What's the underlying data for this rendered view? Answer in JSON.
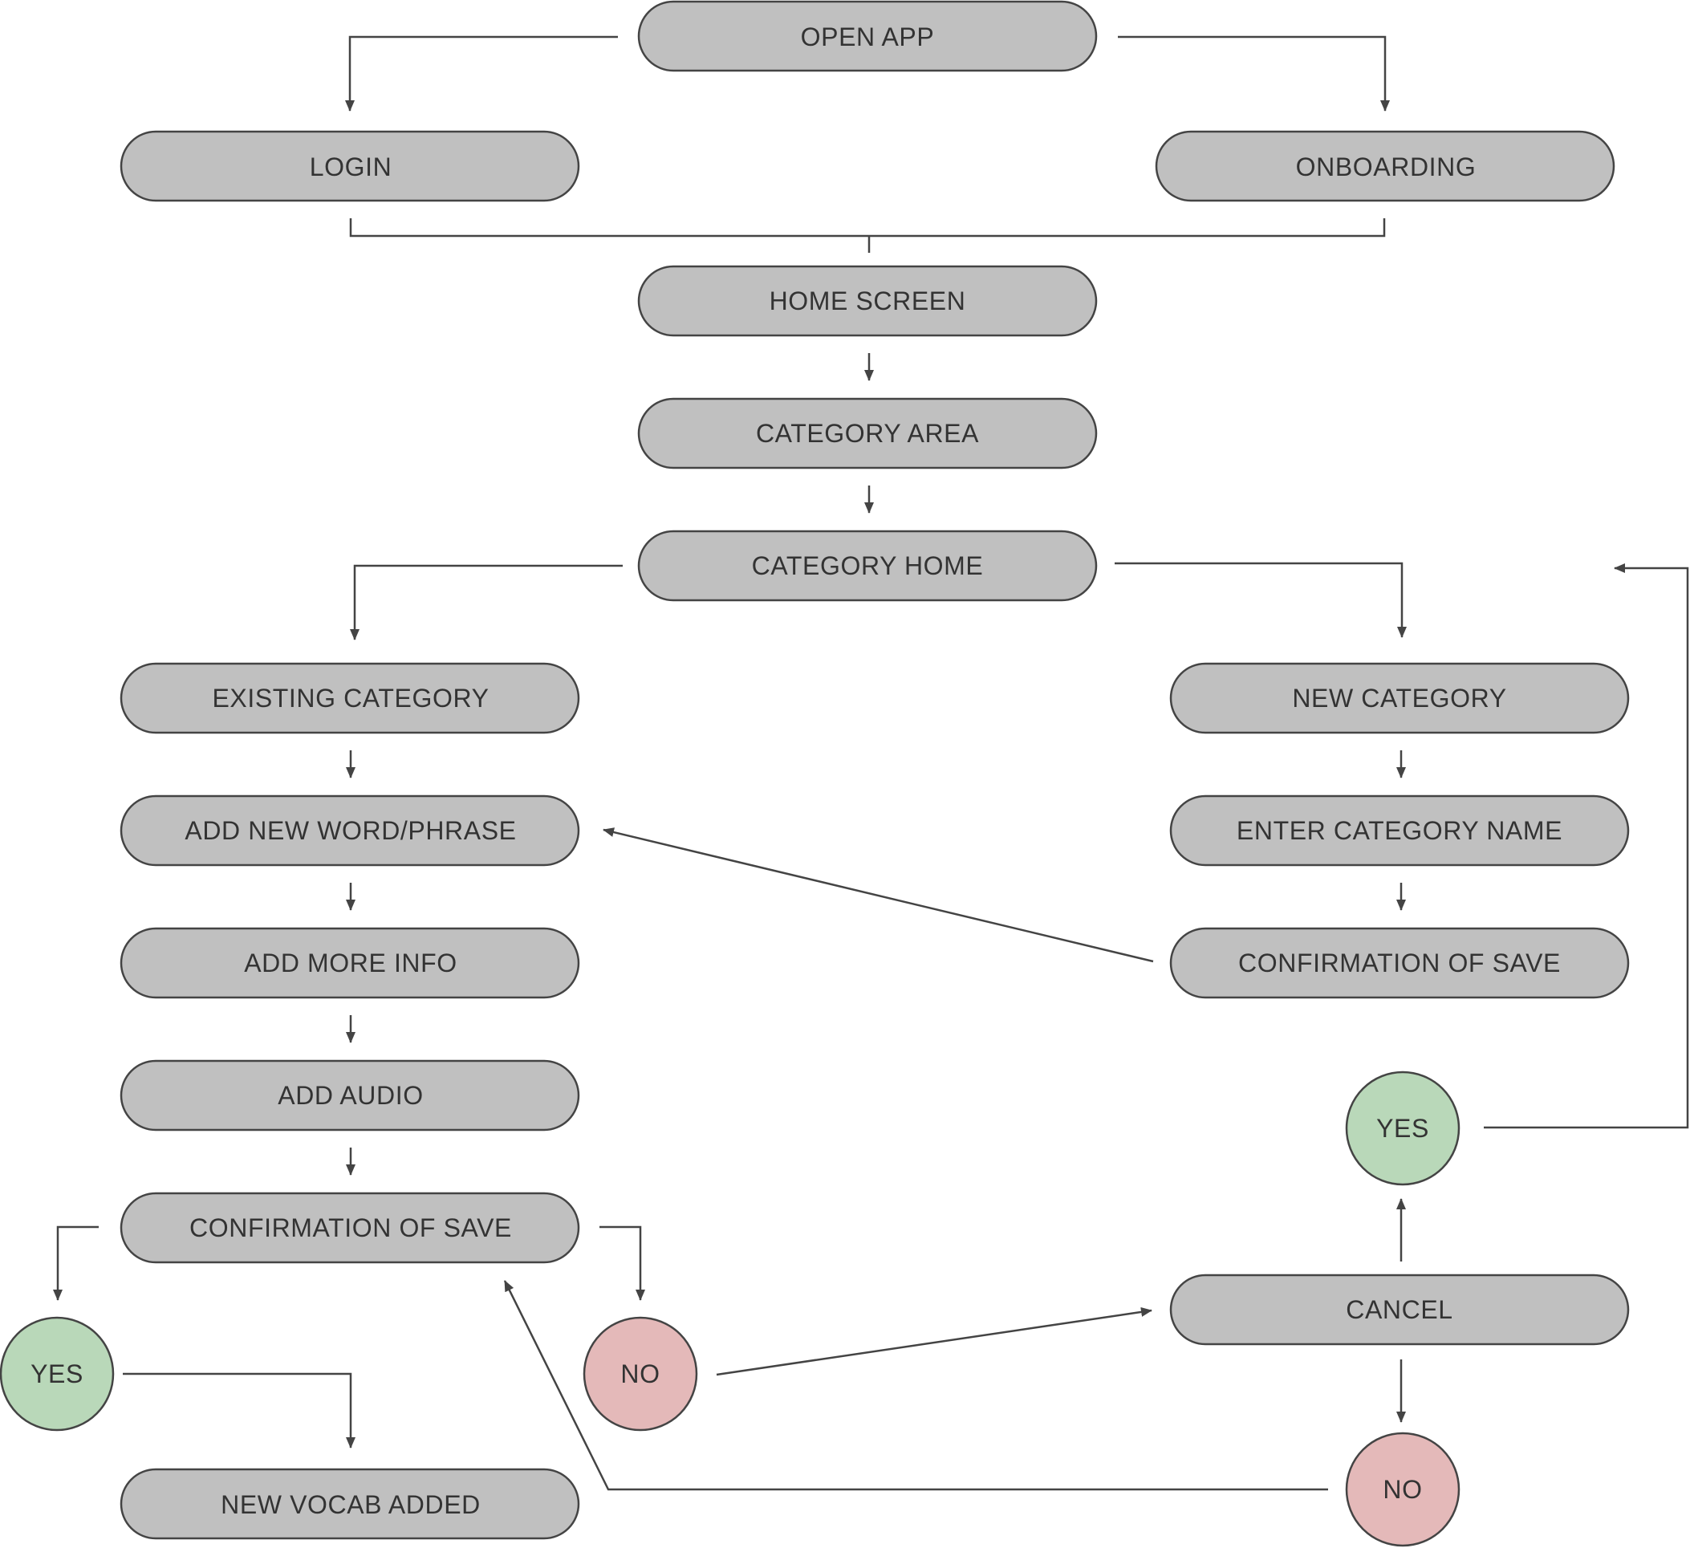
{
  "nodes": {
    "open_app": "OPEN APP",
    "login": "LOGIN",
    "onboarding": "ONBOARDING",
    "home_screen": "HOME SCREEN",
    "category_area": "CATEGORY AREA",
    "category_home": "CATEGORY HOME",
    "existing_category": "EXISTING CATEGORY",
    "new_category": "NEW CATEGORY",
    "add_new_word": "ADD NEW WORD/PHRASE",
    "enter_category_name": "ENTER CATEGORY NAME",
    "add_more_info": "ADD MORE INFO",
    "confirmation_of_save_right": "CONFIRMATION OF SAVE",
    "add_audio": "ADD AUDIO",
    "confirmation_of_save_left": "CONFIRMATION OF SAVE",
    "yes_left": "YES",
    "no_left": "NO",
    "new_vocab_added": "NEW VOCAB ADDED",
    "cancel": "CANCEL",
    "yes_right": "YES",
    "no_right": "NO"
  },
  "colors": {
    "node_fill": "#c0c0c0",
    "yes_fill": "#b9d8b9",
    "no_fill": "#e4b9b9",
    "stroke": "#444444",
    "text": "#333333"
  }
}
